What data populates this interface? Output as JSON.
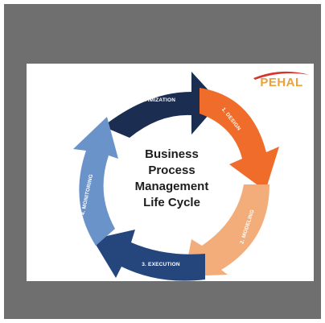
{
  "diagram": {
    "center_lines": [
      "Business",
      "Process",
      "Management",
      "Life Cycle"
    ],
    "stages": [
      {
        "label": "1. DESIGN",
        "color": "#ef6c2a"
      },
      {
        "label": "2. MODELING",
        "color": "#f3ad7a"
      },
      {
        "label": "3. EXECUTION",
        "color": "#25467d"
      },
      {
        "label": "4. MONITORING",
        "color": "#6a93ca"
      },
      {
        "label": "5. OPTIMIZATION",
        "color": "#1c2d52"
      }
    ]
  },
  "logo": {
    "text": "PEHAL",
    "swoosh_color": "#d9342b",
    "text_color": "#e9a23b"
  }
}
